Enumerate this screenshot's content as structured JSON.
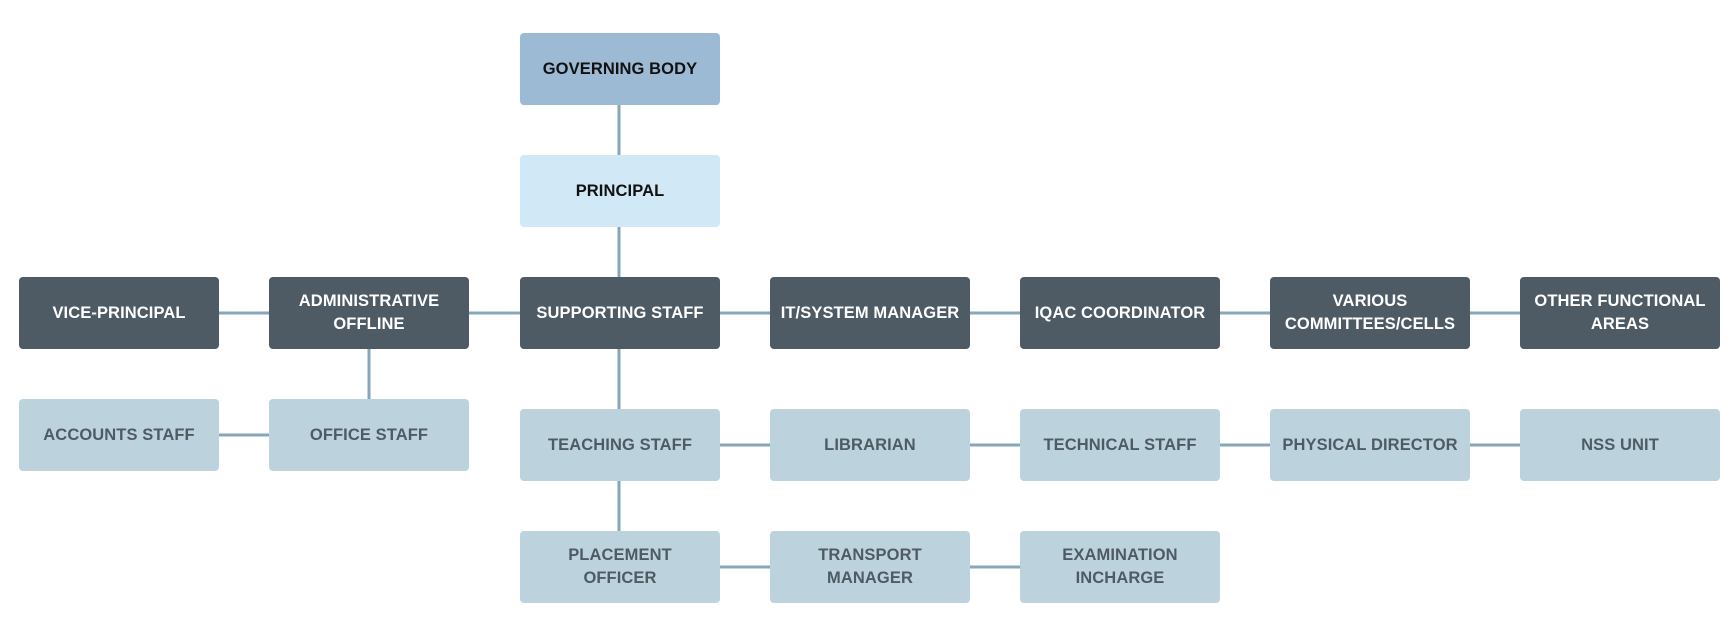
{
  "colors": {
    "top": "#9dbad4",
    "second": "#d1e9f6",
    "dark": "#4e5b65",
    "light": "#bcd3de",
    "connector": "#86a7b9"
  },
  "nodes": {
    "governing_body": "GOVERNING BODY",
    "principal": "PRINCIPAL",
    "vice_principal": "VICE-PRINCIPAL",
    "administrative_offline": "ADMINISTRATIVE OFFLINE",
    "supporting_staff": "SUPPORTING STAFF",
    "it_system_manager": "IT/SYSTEM MANAGER",
    "iqac_coordinator": "IQAC COORDINATOR",
    "various_committees": "VARIOUS COMMITTEES/CELLS",
    "other_functional_areas": "OTHER FUNCTIONAL AREAS",
    "accounts_staff": "ACCOUNTS STAFF",
    "office_staff": "OFFICE STAFF",
    "teaching_staff": "TEACHING STAFF",
    "librarian": "LIBRARIAN",
    "technical_staff": "TECHNICAL STAFF",
    "physical_director": "PHYSICAL DIRECTOR",
    "nss_unit": "NSS UNIT",
    "placement_officer": "PLACEMENT OFFICER",
    "transport_manager": "TRANSPORT MANAGER",
    "examination_incharge": "EXAMINATION INCHARGE"
  }
}
